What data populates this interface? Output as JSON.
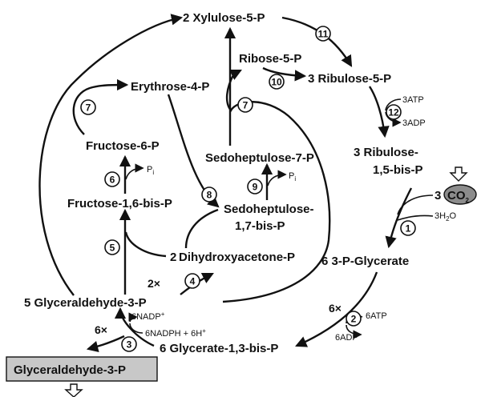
{
  "metabolites": {
    "xylulose": "2 Xylulose-5-P",
    "ribose": "Ribose-5-P",
    "ribulose5p": "3 Ribulose-5-P",
    "erythrose": "Erythrose-4-P",
    "fructose6p": "Fructose-6-P",
    "sedoheptulose7p": "Sedoheptulose-7-P",
    "ribulose_bp_line1": "3 Ribulose-",
    "ribulose_bp_line2": "1,5-bis-P",
    "fructose16bp": "Fructose-1,6-bis-P",
    "sedoheptulose17bp_line1": "Sedoheptulose-",
    "sedoheptulose17bp_line2": "1,7-bis-P",
    "dhap_coef": "2",
    "dhap_name": "Dihydroxyacetone-P",
    "pga": "6 3-P-Glycerate",
    "gap": "5 Glyceraldehyde-3-P",
    "bpg": "6 Glycerate-1,3-bis-P",
    "gap_output": "Glyceraldehyde-3-P"
  },
  "cofactors": {
    "atp3": "3ATP",
    "adp3": "3ADP",
    "co2_coef": "3",
    "co2_main": "CO",
    "co2_sub": "2",
    "h2o_pre": "3H",
    "h2o_sub": "2",
    "h2o_post": "O",
    "atp6": "6ATP",
    "adp6": "6ADP",
    "nadp_main": "6NADP",
    "nadp_sup": "+",
    "nadph_main": "6NADPH + 6H",
    "nadph_sup": "+",
    "pi_fbp_main": "P",
    "pi_fbp_sub": "i",
    "pi_sbp_main": "P",
    "pi_sbp_sub": "i"
  },
  "multipliers": {
    "step4": "2×",
    "step2": "6×",
    "step3": "6×"
  },
  "steps": {
    "s1": "1",
    "s2": "2",
    "s3": "3",
    "s4": "4",
    "s5": "5",
    "s6": "6",
    "s7a": "7",
    "s7b": "7",
    "s8": "8",
    "s9": "9",
    "s10": "10",
    "s11": "11",
    "s12": "12"
  },
  "colors": {
    "line": "#111111",
    "co2_fill": "#8c8c8c",
    "output_box_fill": "#c8c8c8"
  }
}
